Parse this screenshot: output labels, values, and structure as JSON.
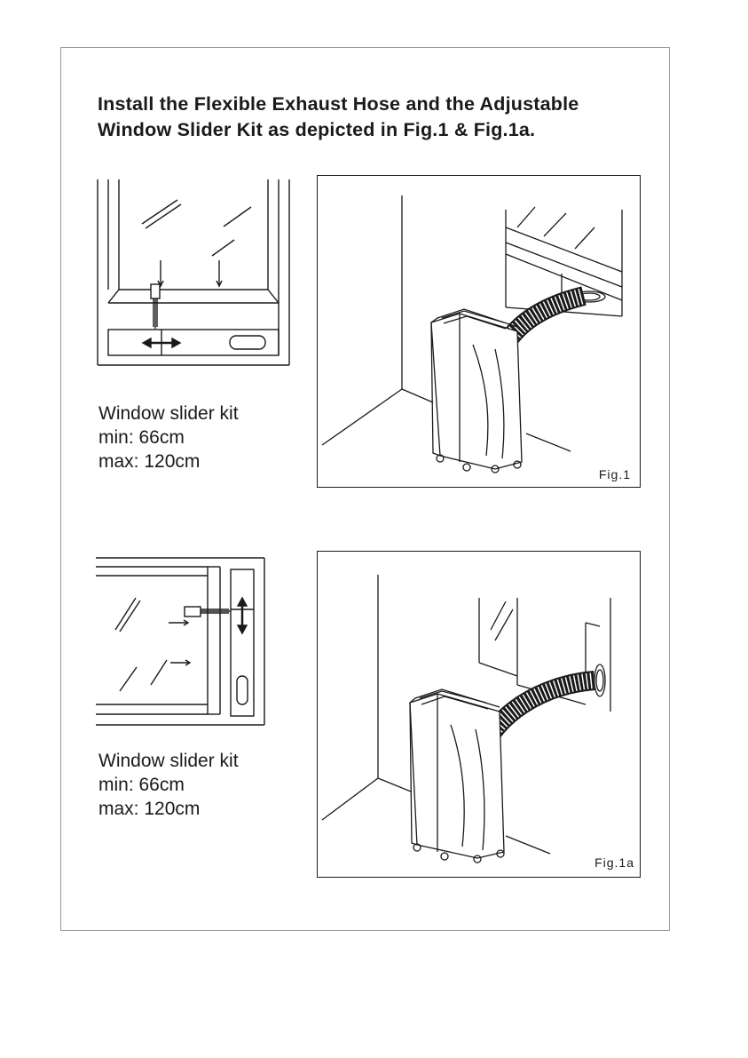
{
  "heading": {
    "line1": "Install the Flexible Exhaust Hose and the Adjustable",
    "line2": "Window Slider Kit as depicted in Fig.1 & Fig.1a."
  },
  "section1": {
    "spec_title": "Window slider kit",
    "spec_min": "min: 66cm",
    "spec_max": "max: 120cm",
    "figure_label": "Fig.1"
  },
  "section2": {
    "spec_title": "Window slider kit",
    "spec_min": "min: 66cm",
    "spec_max": "max: 120cm",
    "figure_label": "Fig.1a"
  }
}
